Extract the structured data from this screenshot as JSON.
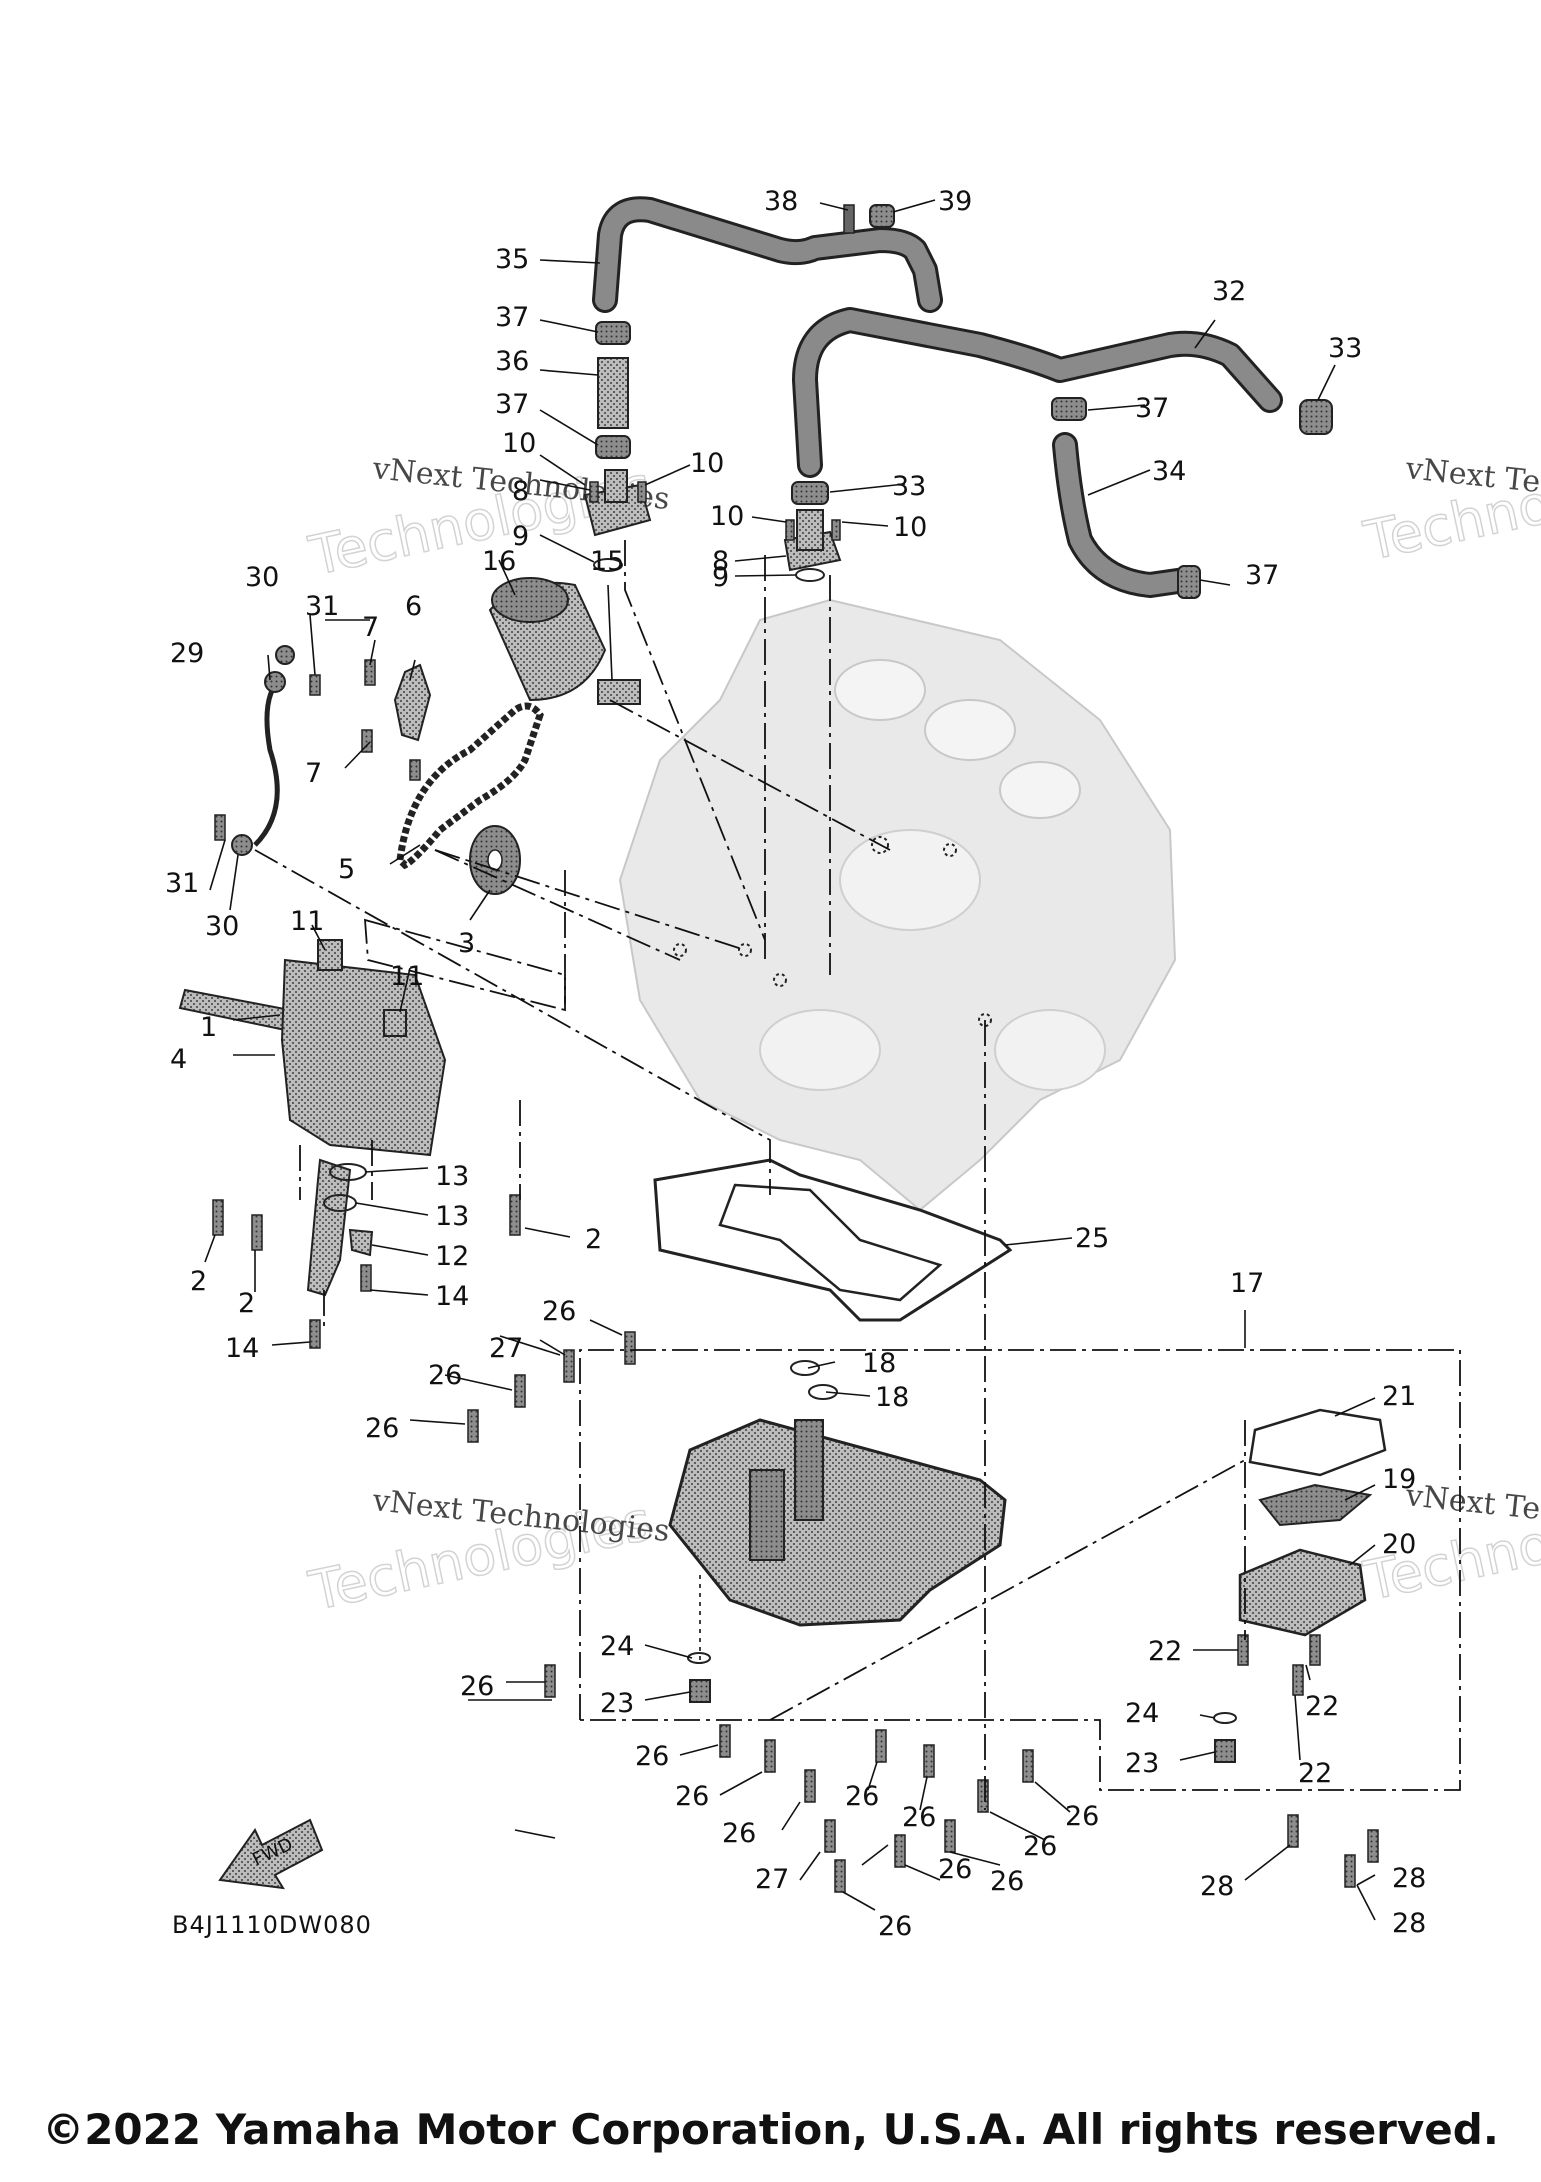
{
  "diagram_code": "B4J1110DW080",
  "fwd_label": "FWD",
  "watermark_name": "vNext Technologies",
  "watermark_big": "Technologies",
  "watermark_overlap": "vNext",
  "copyright": "©2022 Yamaha Motor Corporation, U.S.A. All rights reserved.",
  "callouts": [
    "1",
    "2",
    "3",
    "4",
    "5",
    "6",
    "7",
    "8",
    "9",
    "10",
    "11",
    "12",
    "13",
    "14",
    "15",
    "16",
    "17",
    "18",
    "19",
    "20",
    "21",
    "22",
    "23",
    "24",
    "25",
    "26",
    "27",
    "28",
    "29",
    "30",
    "31",
    "32",
    "33",
    "34",
    "35",
    "36",
    "37",
    "38",
    "39"
  ],
  "icons": [
    "fwd-arrow-icon"
  ]
}
